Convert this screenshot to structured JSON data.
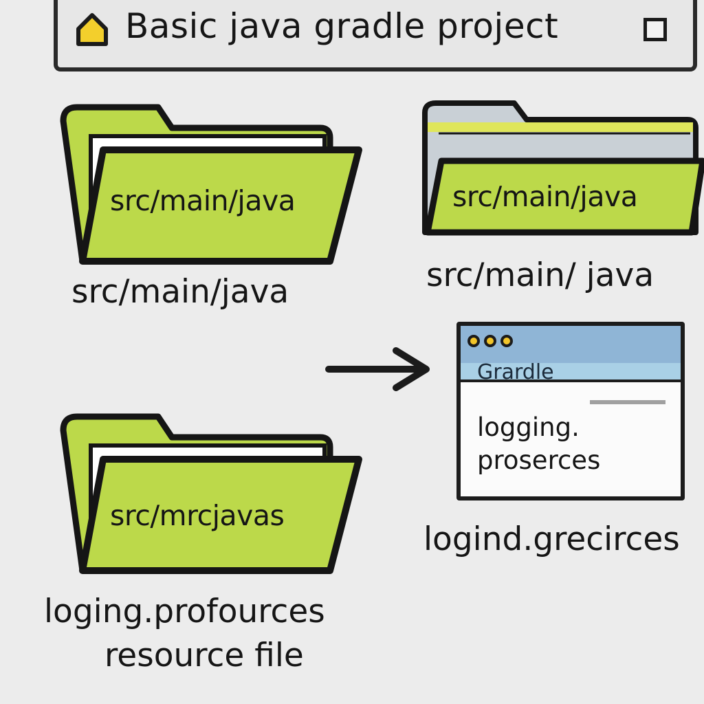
{
  "header": {
    "title": "Basic java gradle project"
  },
  "folders": [
    {
      "label": "src/main/java",
      "caption": "src/main/java"
    },
    {
      "label": "src/main/java",
      "caption": "src/main/ java"
    },
    {
      "label": "src/mrcjavas",
      "caption_lines": [
        "loging.profources",
        "resource file"
      ]
    }
  ],
  "window": {
    "title": "Grardle",
    "body_lines": [
      "logging.",
      "proserces"
    ],
    "caption": "logind.grecirces"
  },
  "colors": {
    "folder_green": "#bcd94a",
    "folder_gray": "#c9d0d6",
    "window_header_blue": "#8fb5d6",
    "window_dot": "#f2c52a",
    "home_icon": "#f3cf2c"
  },
  "icons": [
    "home-icon",
    "square-icon",
    "folder-icon",
    "arrow-right-icon",
    "window-dots-icon"
  ]
}
